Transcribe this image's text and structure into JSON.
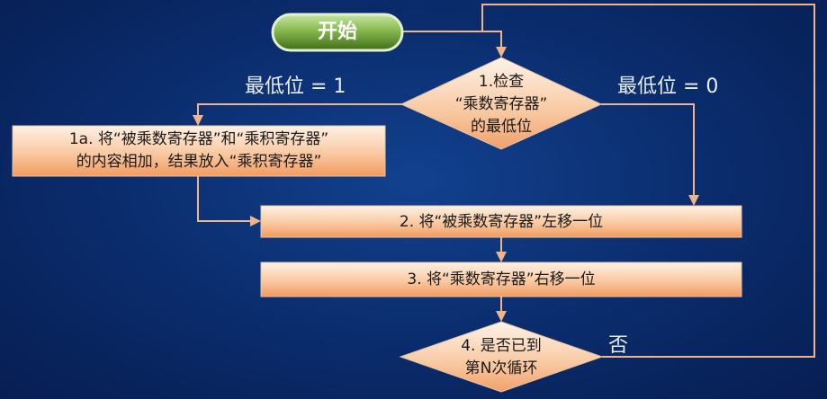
{
  "colors": {
    "background": "#0b2a66",
    "box_fill_top": "#ffe9d6",
    "box_fill_bottom": "#f3a46c",
    "box_stroke": "#e8c4a4",
    "start_fill_top": "#a7d17a",
    "start_fill_bottom": "#4f7f1f",
    "arrow": "#f0b48a"
  },
  "nodes": {
    "start": "开始",
    "check": [
      "1.检查",
      "“乘数寄存器”",
      "的最低位"
    ],
    "add": [
      "1a. 将“被乘数寄存器”和“乘积寄存器”",
      "的内容相加，结果放入“乘积寄存器”"
    ],
    "shift_left": "2. 将“被乘数寄存器”左移一位",
    "shift_right": "3. 将“乘数寄存器”右移一位",
    "repeat": [
      "4. 是否已到",
      "第N次循环"
    ]
  },
  "edges": {
    "lsb_one": "最低位 = 1",
    "lsb_zero": "最低位 = 0",
    "no": "否"
  }
}
